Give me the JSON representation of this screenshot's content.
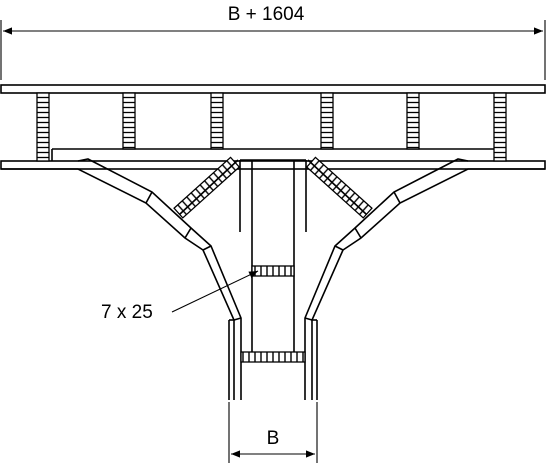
{
  "drawing": {
    "dim_overall_width": "B + 1604",
    "dim_branch_width": "B",
    "rung_spacing_label": "7 x 25"
  }
}
